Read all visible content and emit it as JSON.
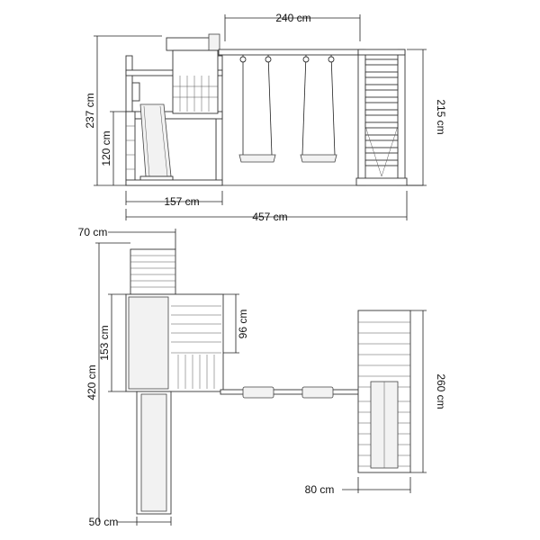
{
  "dimensions": {
    "side_view": {
      "swing_width": "240 cm",
      "total_height": "237 cm",
      "platform_height": "120 cm",
      "ladder_height": "215 cm",
      "tower_width": "157 cm",
      "total_length": "457 cm"
    },
    "top_view": {
      "ladder_width": "70 cm",
      "deck_width": "96 cm",
      "deck_depth": "153 cm",
      "total_depth": "420 cm",
      "climber_depth": "260 cm",
      "climber_width": "80 cm",
      "slide_width": "50 cm"
    }
  },
  "colors": {
    "line": "#222222",
    "panel_fill": "#f2f2f2",
    "background": "#ffffff"
  }
}
